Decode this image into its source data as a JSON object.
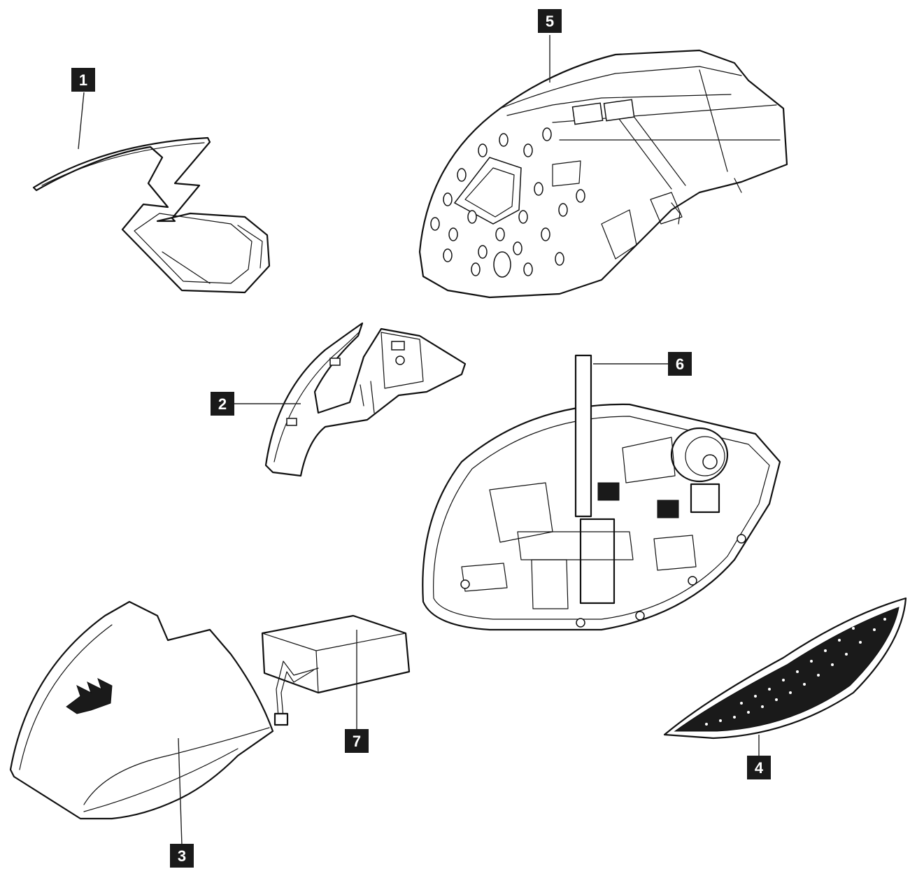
{
  "callouts": [
    {
      "id": "1",
      "label": "1"
    },
    {
      "id": "2",
      "label": "2"
    },
    {
      "id": "3",
      "label": "3"
    },
    {
      "id": "4",
      "label": "4"
    },
    {
      "id": "5",
      "label": "5"
    },
    {
      "id": "6",
      "label": "6"
    },
    {
      "id": "7",
      "label": "7"
    }
  ],
  "colors": {
    "line": "#111111",
    "callout_fill": "#1a1a1a",
    "callout_text": "#ffffff",
    "background": "#ffffff"
  }
}
